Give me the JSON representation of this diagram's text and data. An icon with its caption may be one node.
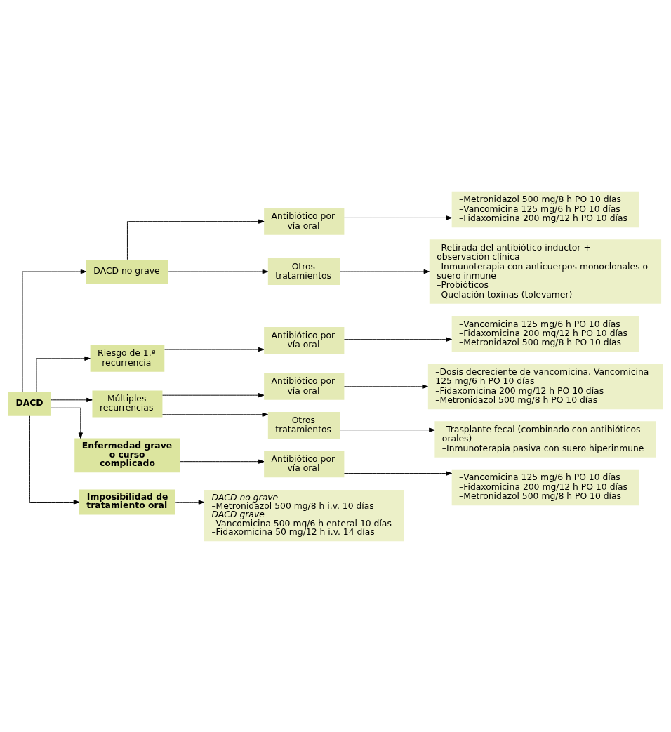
{
  "diagram": {
    "nodes": [
      {
        "text": [
          "DACD"
        ]
      },
      {
        "text": [
          "DACD no grave"
        ]
      },
      {
        "text": [
          "Antibiótico por vía oral"
        ]
      },
      {
        "text": [
          "–Metronidazol 500 mg/8 h PO 10 días",
          "–Vancomicina 125 mg/6 h PO 10 días",
          "–Fidaxomicina 200 mg/12 h PO 10 días"
        ]
      },
      {
        "text": [
          "Otros tratamientos"
        ]
      },
      {
        "text": [
          "–Retirada del antibiótico inductor + observación clínica",
          "–Inmunoterapia con anticuerpos monoclonales o suero inmune",
          "–Probióticos",
          "–Quelación toxinas (tolevamer)"
        ]
      },
      {
        "text": [
          "Riesgo de 1.ª recurrencia"
        ]
      },
      {
        "text": [
          "Antibiótico por vía oral"
        ]
      },
      {
        "text": [
          "–Vancomicina 125 mg/6 h PO 10 días",
          "–Fidaxomicina 200 mg/12 h PO 10 días",
          "–Metronidazol 500 mg/8 h PO 10 días"
        ]
      },
      {
        "text": [
          "Múltiples recurrencias"
        ]
      },
      {
        "text": [
          "Antibiótico por vía oral"
        ]
      },
      {
        "text": [
          "–Dosis decreciente de vancomicina. Vancomicina 125 mg/6 h PO 10 días",
          "–Fidaxomicina 200 mg/12 h PO 10 días",
          "–Metronidazol 500 mg/8 h PO 10 días"
        ]
      },
      {
        "text": [
          "Otros tratamientos"
        ]
      },
      {
        "text": [
          "–Trasplante fecal (combinado con antibióticos orales)",
          "–Inmunoterapia pasiva con suero hiperinmune"
        ]
      },
      {
        "text": [
          "Enfermedad grave o curso complicado"
        ]
      },
      {
        "text": [
          "Antibiótico por vía oral"
        ]
      },
      {
        "text": [
          "–Vancomicina 125 mg/6 h PO 10 días",
          "–Fidaxomicina 200 mg/12 h PO 10 días",
          "–Metronidazol 500 mg/8 h PO 10 días"
        ]
      },
      {
        "text": [
          "Imposibilidad de tratamiento oral"
        ]
      },
      {
        "text": [
          "DACD no grave",
          "–Metronidazol 500 mg/8 h i.v. 10 días",
          "DACD grave",
          "–Vancomicina 500 mg/6 h enteral 10 días",
          "–Fidaxomicina 50 mg/12 h i.v. 14 días"
        ]
      }
    ],
    "edges": [
      {
        "from": 0,
        "to": 1,
        "arrow": "to"
      },
      {
        "from": 1,
        "to": 2,
        "arrow": "to"
      },
      {
        "from": 2,
        "to": 3,
        "arrow": "to"
      },
      {
        "from": 1,
        "to": 4,
        "arrow": "to"
      },
      {
        "from": 4,
        "to": 5,
        "arrow": "to"
      },
      {
        "from": 0,
        "to": 6,
        "arrow": "to"
      },
      {
        "from": 6,
        "to": 7,
        "arrow": "to"
      },
      {
        "from": 7,
        "to": 8,
        "arrow": "to"
      },
      {
        "from": 0,
        "to": 9,
        "arrow": "to"
      },
      {
        "from": 9,
        "to": 10,
        "arrow": "to"
      },
      {
        "from": 10,
        "to": 11,
        "arrow": "to"
      },
      {
        "from": 9,
        "to": 12,
        "arrow": "to"
      },
      {
        "from": 12,
        "to": 13,
        "arrow": "to"
      },
      {
        "from": 0,
        "to": 14,
        "arrow": "to"
      },
      {
        "from": 14,
        "to": 15,
        "arrow": "to"
      },
      {
        "from": 15,
        "to": 16,
        "arrow": "to"
      },
      {
        "from": 0,
        "to": 17,
        "arrow": "to"
      },
      {
        "from": 17,
        "to": 18,
        "arrow": "to"
      }
    ]
  }
}
